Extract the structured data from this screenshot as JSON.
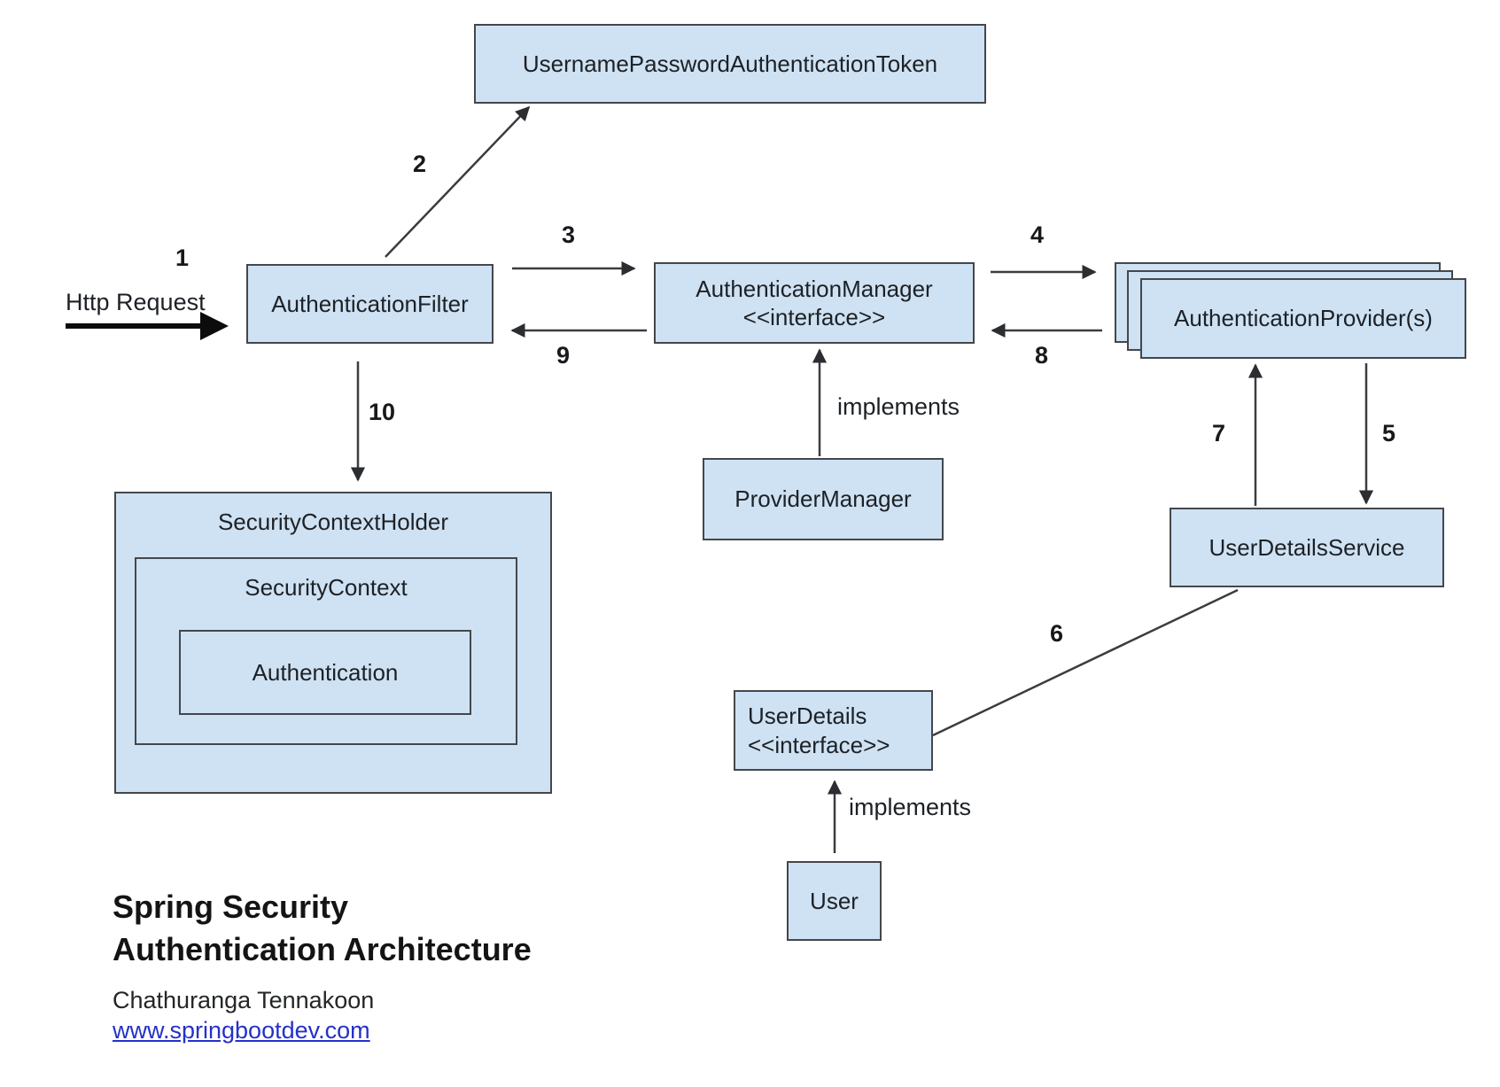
{
  "diagram": {
    "nodes": {
      "token": {
        "label": "UsernamePasswordAuthenticationToken"
      },
      "filter": {
        "label": "AuthenticationFilter"
      },
      "manager": {
        "label": "AuthenticationManager",
        "stereotype": "<<interface>>"
      },
      "providers": {
        "label": "AuthenticationProvider(s)"
      },
      "provider_manager": {
        "label": "ProviderManager"
      },
      "user_details_service": {
        "label": "UserDetailsService"
      },
      "user_details": {
        "label": "UserDetails",
        "stereotype": "<<interface>>"
      },
      "user": {
        "label": "User"
      },
      "security_context_holder": {
        "label": "SecurityContextHolder"
      },
      "security_context": {
        "label": "SecurityContext"
      },
      "authentication": {
        "label": "Authentication"
      }
    },
    "labels": {
      "n1": "1",
      "n2": "2",
      "n3": "3",
      "n4": "4",
      "n5": "5",
      "n6": "6",
      "n7": "7",
      "n8": "8",
      "n9": "9",
      "n10": "10",
      "http_request": "Http Request",
      "implements1": "implements",
      "implements2": "implements"
    }
  },
  "footer": {
    "title_line1": "Spring Security",
    "title_line2": "Authentication Architecture",
    "author": "Chathuranga Tennakoon",
    "link": "www.springbootdev.com"
  },
  "colors": {
    "node_fill": "#cfe2f3",
    "node_border": "#43474c",
    "link_blue": "#2431c8"
  }
}
